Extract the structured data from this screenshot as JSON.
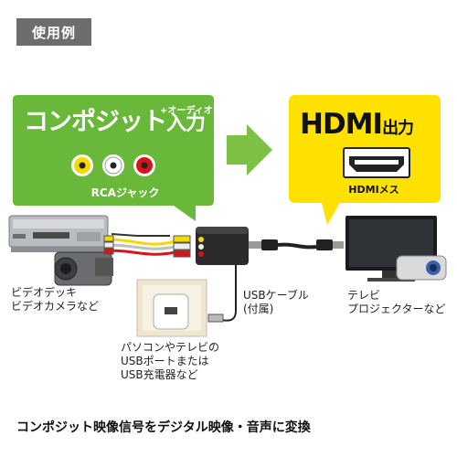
{
  "header": {
    "tag_label": "使用例"
  },
  "input_bubble": {
    "title_main": "コンポジット",
    "title_suffix": "入力",
    "audio_label": "+オーディオ",
    "jack_label": "RCAジャック",
    "jack_colors": [
      "#f5d800",
      "#ffffff",
      "#d7141a"
    ]
  },
  "output_bubble": {
    "title_main": "HDMI",
    "title_suffix": "出力",
    "jack_label": "HDMIメス"
  },
  "devices": {
    "source_label_line1": "ビデオデッキ",
    "source_label_line2": "ビデオカメラなど",
    "usb_cable_line1": "USBケーブル",
    "usb_cable_line2": "(付属)",
    "power_line1": "パソコンやテレビの",
    "power_line2": "USBポートまたは",
    "power_line3": "USB充電器など",
    "display_line1": "テレビ",
    "display_line2": "プロジェクターなど"
  },
  "footer": {
    "caption": "コンポジット映像信号をデジタル映像・音声に変換"
  },
  "colors": {
    "input_bubble": "#6ab83a",
    "output_bubble": "#ffe100",
    "arrow": "#7cc144",
    "tag_bg": "#6d6d6d"
  }
}
